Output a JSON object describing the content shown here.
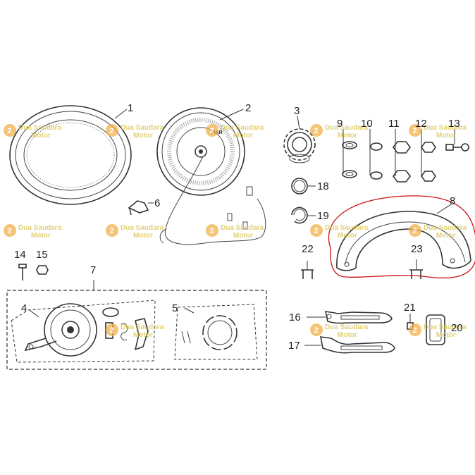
{
  "brand_text": "VIAR",
  "watermark": {
    "digit": "2",
    "line1": "Dua Saudara",
    "line2": "Motor",
    "color": "#f2b04a"
  },
  "callouts": [
    {
      "id": "1",
      "label": "1"
    },
    {
      "id": "2",
      "label": "2"
    },
    {
      "id": "3",
      "label": "3"
    },
    {
      "id": "4",
      "label": "4"
    },
    {
      "id": "5",
      "label": "5"
    },
    {
      "id": "6",
      "label": "6"
    },
    {
      "id": "7",
      "label": "7"
    },
    {
      "id": "8",
      "label": "8"
    },
    {
      "id": "9",
      "label": "9"
    },
    {
      "id": "10",
      "label": "10"
    },
    {
      "id": "11",
      "label": "11"
    },
    {
      "id": "12",
      "label": "12"
    },
    {
      "id": "13",
      "label": "13"
    },
    {
      "id": "14",
      "label": "14"
    },
    {
      "id": "15",
      "label": "15"
    },
    {
      "id": "16",
      "label": "16"
    },
    {
      "id": "17",
      "label": "17"
    },
    {
      "id": "18",
      "label": "18"
    },
    {
      "id": "19",
      "label": "19"
    },
    {
      "id": "20",
      "label": "20"
    },
    {
      "id": "21",
      "label": "21"
    },
    {
      "id": "22",
      "label": "22"
    },
    {
      "id": "23",
      "label": "23"
    }
  ],
  "highlight": {
    "part": "8",
    "color": "#cc1111"
  }
}
